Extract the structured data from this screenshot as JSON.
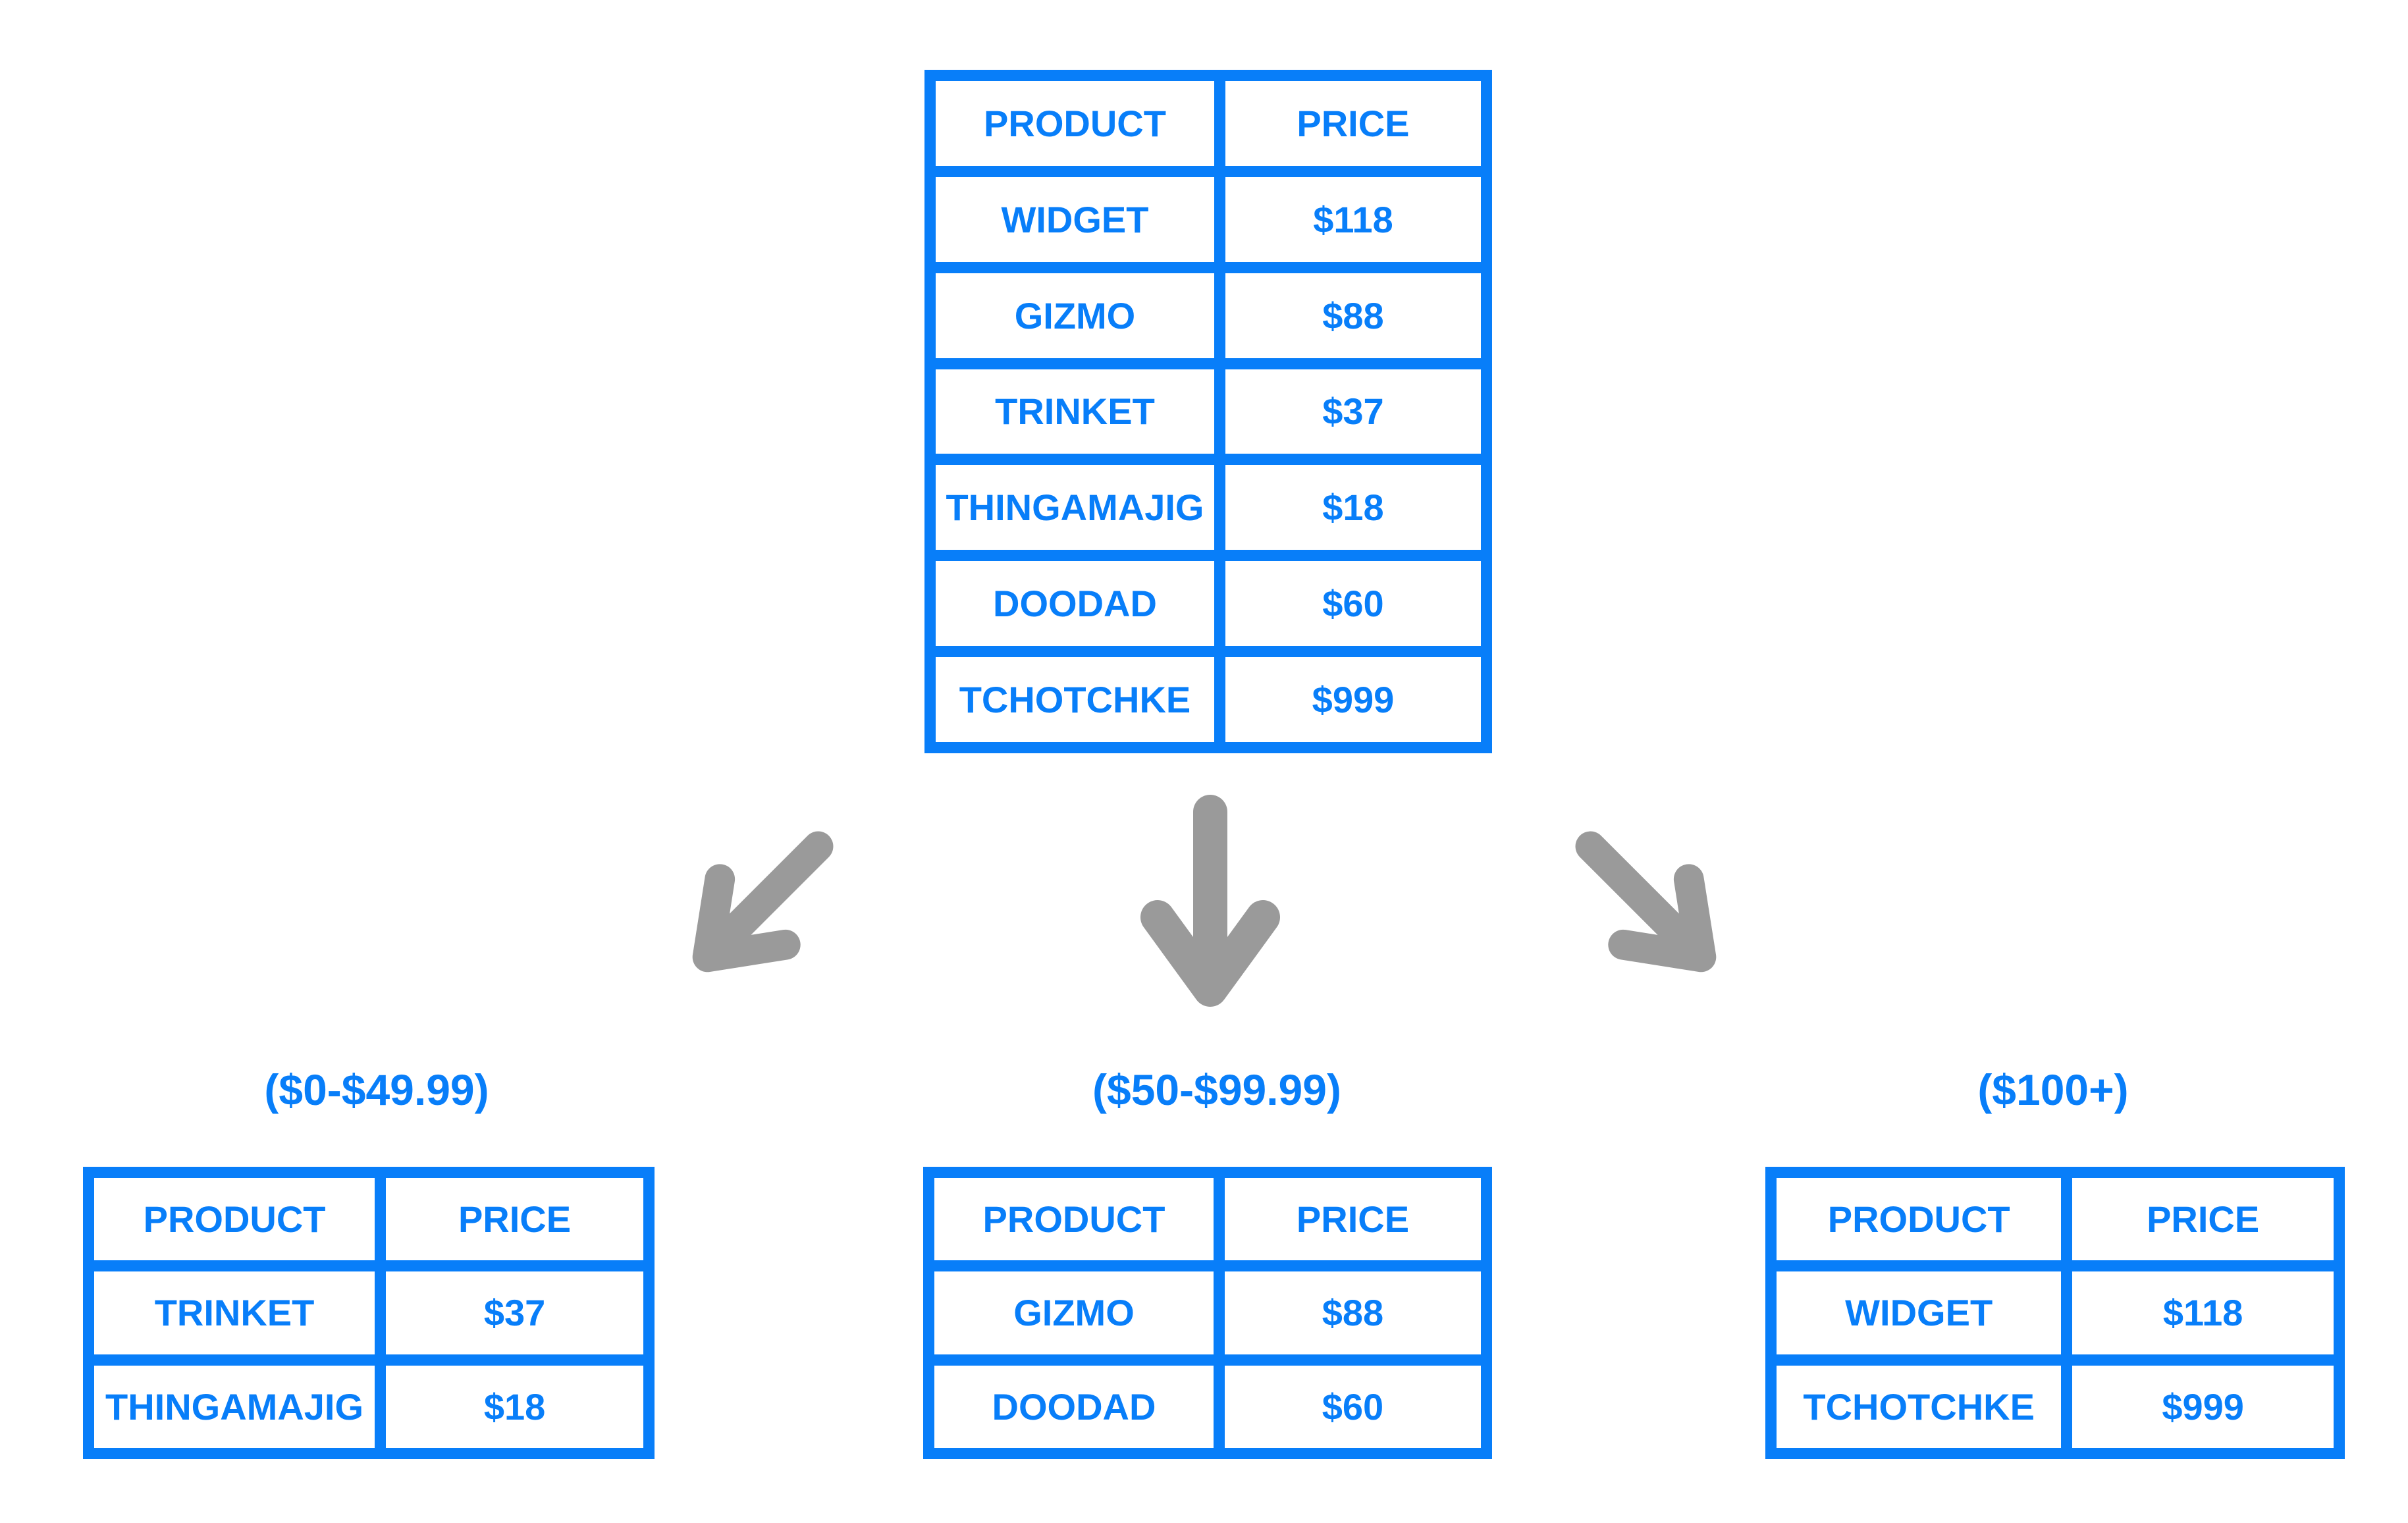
{
  "colors": {
    "accent": "#087ef9",
    "arrow": "#9a9a9a"
  },
  "headers": {
    "product": "PRODUCT",
    "price": "PRICE"
  },
  "main_table": {
    "rows": [
      {
        "product": "WIDGET",
        "price": "$118"
      },
      {
        "product": "GIZMO",
        "price": "$88"
      },
      {
        "product": "TRINKET",
        "price": "$37"
      },
      {
        "product": "THINGAMAJIG",
        "price": "$18"
      },
      {
        "product": "DOODAD",
        "price": "$60"
      },
      {
        "product": "TCHOTCHKE",
        "price": "$999"
      }
    ]
  },
  "groups": [
    {
      "label": "($0-$49.99)",
      "rows": [
        {
          "product": "TRINKET",
          "price": "$37"
        },
        {
          "product": "THINGAMAJIG",
          "price": "$18"
        }
      ]
    },
    {
      "label": "($50-$99.99)",
      "rows": [
        {
          "product": "GIZMO",
          "price": "$88"
        },
        {
          "product": "DOODAD",
          "price": "$60"
        }
      ]
    },
    {
      "label": "($100+)",
      "rows": [
        {
          "product": "WIDGET",
          "price": "$118"
        },
        {
          "product": "TCHOTCHKE",
          "price": "$999"
        }
      ]
    }
  ],
  "icons": {
    "left": "down-left-arrow",
    "middle": "down-arrow",
    "right": "down-right-arrow"
  }
}
